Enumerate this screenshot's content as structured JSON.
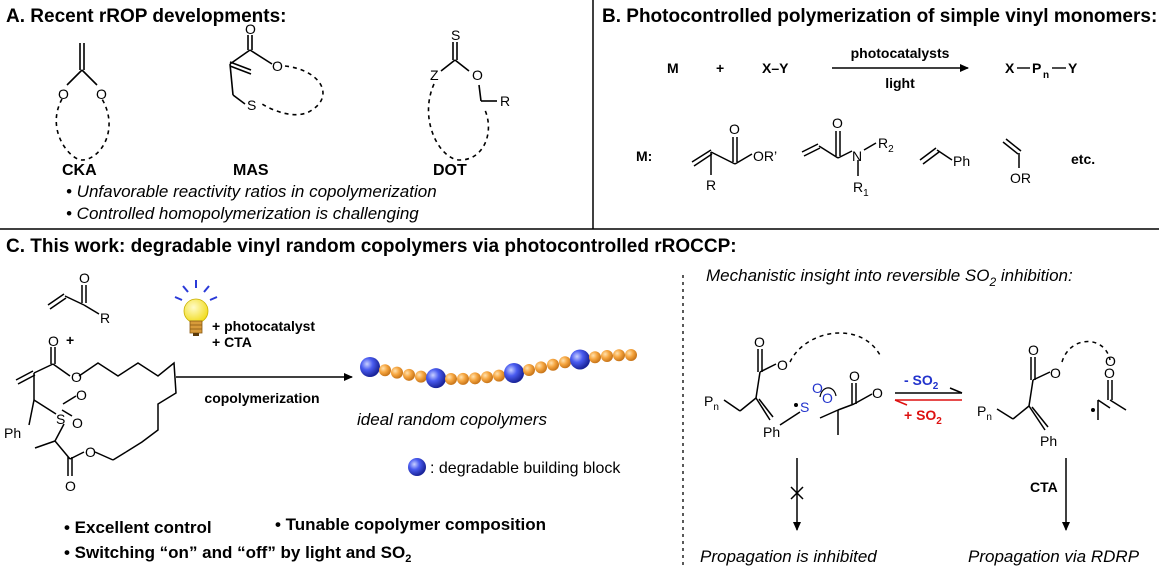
{
  "panelA": {
    "title": "A. Recent rROP developments:",
    "labels": [
      "CKA",
      "MAS",
      "DOT"
    ],
    "bullets": [
      "• Unfavorable reactivity ratios in copolymerization",
      "• Controlled homopolymerization is challenging"
    ],
    "atoms": {
      "O": "O",
      "S": "S",
      "Z": "Z",
      "R": "R"
    }
  },
  "panelB": {
    "title": "B. Photocontrolled polymerization of simple vinyl monomers:",
    "eq_m": "M",
    "eq_plus": "+",
    "eq_xy": "X–Y",
    "arrow_top": "photocatalysts",
    "arrow_bottom": "light",
    "product_x": "X",
    "product_p": "P",
    "product_n": "n",
    "product_y": "Y",
    "m_label": "M:",
    "or_prime": "OR’",
    "r": "R",
    "n": "N",
    "r2": "R",
    "r2_sub": "2",
    "r1": "R",
    "r1_sub": "1",
    "ph": "Ph",
    "or": "OR",
    "etc": "etc."
  },
  "panelC": {
    "title": "C. This work: degradable vinyl random copolymers via photocontrolled rROCCP:",
    "plus": "+",
    "reagent1": "+ photocatalyst",
    "reagent2": "+ CTA",
    "arrow_label": "copolymerization",
    "chain_caption": "ideal random copolymers",
    "legend": ": degradable building block",
    "bullets": [
      "• Excellent control",
      "• Tunable copolymer composition",
      "• Switching “on” and “off” by light and SO"
    ],
    "bullet3_sub": "2",
    "ph": "Ph",
    "mech_title": "Mechanistic insight into reversible SO",
    "mech_title_sub": "2",
    "mech_title_end": " inhibition:",
    "pn": "P",
    "pn_sub": "n",
    "minus_so2": "- SO",
    "plus_so2": "+ SO",
    "so2_sub": "2",
    "cta": "CTA",
    "outcome_left": "Propagation is inhibited",
    "outcome_right": "Propagation via RDRP"
  },
  "colors": {
    "blue_so2": "#2233cc",
    "red_so2": "#dd1111",
    "orange_bead": "#f0a040",
    "blue_bead": "#3344dd",
    "bulb": "#f5e12a"
  }
}
